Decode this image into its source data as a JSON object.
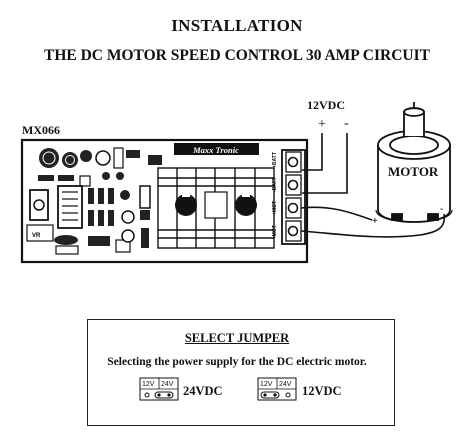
{
  "header": {
    "title": "INSTALLATION",
    "subtitle": "THE DC MOTOR SPEED CONTROL 30 AMP CIRCUIT"
  },
  "board": {
    "model": "MX066",
    "brand": "Maxx Tronic"
  },
  "power": {
    "label": "12VDC",
    "plus": "+",
    "minus": "-"
  },
  "motor": {
    "label": "MOTOR"
  },
  "terminal_labels": [
    "+BATT",
    "-BATT",
    "+MOT",
    "-MOT"
  ],
  "jumper": {
    "title": "SELECT JUMPER",
    "description": "Selecting the power supply for the DC electric motor.",
    "options": [
      {
        "pins_left": "12V",
        "pins_right": "24V",
        "value": "24VDC"
      },
      {
        "pins_left": "12V",
        "pins_right": "24V",
        "value": "12VDC"
      }
    ]
  },
  "colors": {
    "ink": "#111111",
    "board": "#222222",
    "background": "#ffffff"
  }
}
